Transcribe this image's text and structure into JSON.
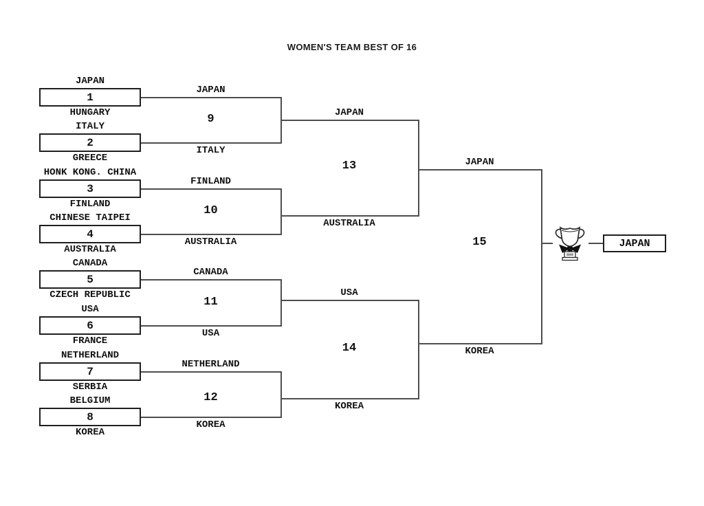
{
  "title": "WOMEN'S TEAM BEST OF 16",
  "bracket": {
    "round1": [
      {
        "match": "1",
        "top": "JAPAN",
        "bottom": "HUNGARY"
      },
      {
        "match": "2",
        "top": "ITALY",
        "bottom": "GREECE"
      },
      {
        "match": "3",
        "top": "HONK KONG. CHINA",
        "bottom": "FINLAND"
      },
      {
        "match": "4",
        "top": "CHINESE TAIPEI",
        "bottom": "AUSTRALIA"
      },
      {
        "match": "5",
        "top": "CANADA",
        "bottom": "CZECH REPUBLIC"
      },
      {
        "match": "6",
        "top": "USA",
        "bottom": "FRANCE"
      },
      {
        "match": "7",
        "top": "NETHERLAND",
        "bottom": "SERBIA"
      },
      {
        "match": "8",
        "top": "BELGIUM",
        "bottom": "KOREA"
      }
    ],
    "round2": [
      {
        "match": "9",
        "top": "JAPAN",
        "bottom": "ITALY"
      },
      {
        "match": "10",
        "top": "FINLAND",
        "bottom": "AUSTRALIA"
      },
      {
        "match": "11",
        "top": "CANADA",
        "bottom": "USA"
      },
      {
        "match": "12",
        "top": "NETHERLAND",
        "bottom": "KOREA"
      }
    ],
    "semifinals": [
      {
        "match": "13",
        "top": "JAPAN",
        "bottom": "AUSTRALIA"
      },
      {
        "match": "14",
        "top": "USA",
        "bottom": "KOREA"
      }
    ],
    "final": {
      "match": "15",
      "top": "JAPAN",
      "bottom": "KOREA"
    }
  },
  "champion": {
    "name": "JAPAN",
    "icon": "trophy-icon"
  },
  "colors": {
    "background": "#ffffff",
    "text": "#111111",
    "box_border": "#1e1e1e",
    "line": "#4d4d4d"
  }
}
